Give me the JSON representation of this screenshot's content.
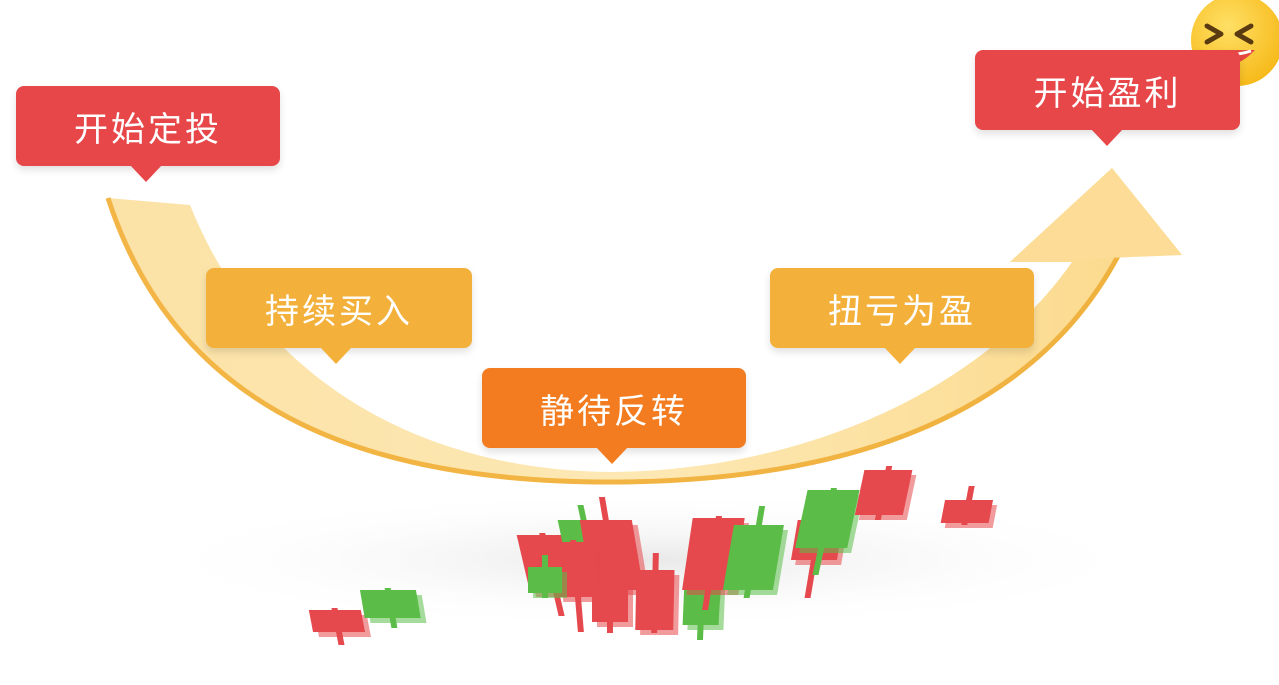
{
  "steps": [
    {
      "label": "开始定投",
      "style": "red"
    },
    {
      "label": "持续买入",
      "style": "yellow"
    },
    {
      "label": "静待反转",
      "style": "orange"
    },
    {
      "label": "扭亏为盈",
      "style": "yellow"
    },
    {
      "label": "开始盈利",
      "style": "red"
    }
  ],
  "colors": {
    "red_label": "#e8474a",
    "yellow_label": "#f3b13c",
    "orange_label": "#f27c1f",
    "arrow": "#fbd98a",
    "candle_up": "#e5484d",
    "candle_down": "#5bbd48"
  },
  "icons": {
    "emoji": "laughing-face-icon",
    "arrow": "u-curve-arrow-icon"
  },
  "candles": [
    {
      "direction": "up"
    },
    {
      "direction": "down"
    },
    {
      "direction": "up"
    },
    {
      "direction": "down"
    },
    {
      "direction": "up"
    },
    {
      "direction": "up"
    },
    {
      "direction": "down"
    },
    {
      "direction": "up"
    },
    {
      "direction": "up"
    },
    {
      "direction": "down"
    },
    {
      "direction": "down"
    },
    {
      "direction": "up"
    },
    {
      "direction": "down"
    },
    {
      "direction": "up"
    },
    {
      "direction": "down"
    },
    {
      "direction": "up"
    },
    {
      "direction": "up"
    }
  ]
}
